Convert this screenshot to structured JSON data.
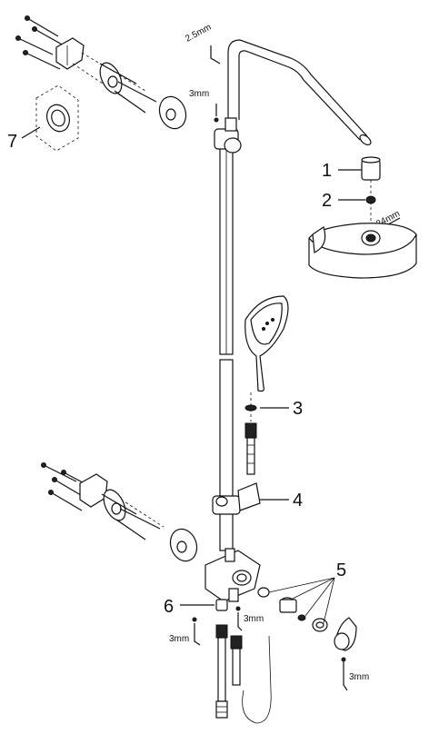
{
  "labels": {
    "n1": "1",
    "n2": "2",
    "n3": "3",
    "n4": "4",
    "n5": "5",
    "n6": "6",
    "n7": "7"
  },
  "tool_sizes": {
    "t1": "2.5mm",
    "t2": "3mm",
    "t3": "24mm",
    "t4": "3mm",
    "t5": "3mm",
    "t6": "3mm"
  },
  "colors": {
    "ink": "#111111",
    "background": "#ffffff"
  }
}
